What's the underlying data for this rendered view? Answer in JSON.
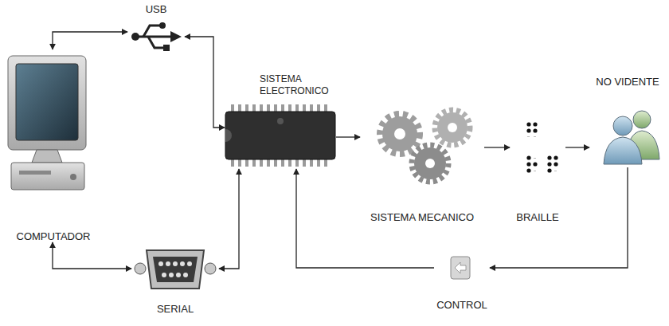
{
  "diagram": {
    "nodes": [
      {
        "text": [
          "COMPUTADOR"
        ]
      },
      {
        "text": [
          "USB"
        ]
      },
      {
        "text": [
          "SISTEMA ELECTRONICO"
        ]
      },
      {
        "text": [
          "SISTEMA MECANICO"
        ]
      },
      {
        "text": [
          "BRAILLE"
        ]
      },
      {
        "text": [
          "NO VIDENTE"
        ]
      },
      {
        "text": [
          "CONTROL"
        ]
      },
      {
        "text": [
          "SERIAL"
        ]
      }
    ],
    "edges": [
      {
        "from": 0,
        "to": 1,
        "arrow": "both"
      },
      {
        "from": 1,
        "to": 2,
        "arrow": "both"
      },
      {
        "from": 0,
        "to": 7,
        "arrow": "both"
      },
      {
        "from": 7,
        "to": 2,
        "arrow": "both"
      },
      {
        "from": 2,
        "to": 3,
        "arrow": "to"
      },
      {
        "from": 3,
        "to": 4,
        "arrow": "to"
      },
      {
        "from": 4,
        "to": 5,
        "arrow": "to"
      },
      {
        "from": 5,
        "to": 6,
        "arrow": "to"
      },
      {
        "from": 6,
        "to": 2,
        "arrow": "to"
      }
    ]
  }
}
